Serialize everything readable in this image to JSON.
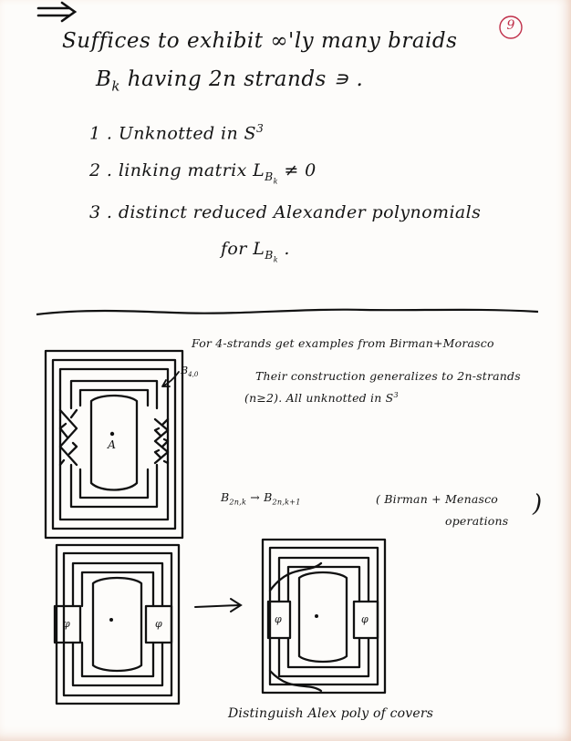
{
  "page_number": "9",
  "intro": {
    "line1": "Suffices to exhibit ∞'ly many braids",
    "line2_pre": "B",
    "line2_sub": "k",
    "line2_post": " having 2n strands ∍ ."
  },
  "conditions": [
    {
      "num": "1 .",
      "pre": "Unknotted in S",
      "sup": "3",
      "mid": "",
      "sub": "",
      "post": ""
    },
    {
      "num": "2 .",
      "pre": "linking matrix L",
      "sup": "",
      "mid": "",
      "sub": "B",
      "subsub": "k",
      "post": " ≠ 0"
    },
    {
      "num": "3 .",
      "pre": "distinct reduced Alexander polynomials",
      "sup": "",
      "mid": "",
      "sub": "",
      "post": ""
    }
  ],
  "conditions_cont": {
    "pre": "for L",
    "sub": "B",
    "subsub": "k",
    "post": " ."
  },
  "birman": {
    "heading": "For 4-strands get examples from Birman+Morasco",
    "braid_label": "B",
    "braid_label_sub": "4,0",
    "construction_line1": "Their construction generalizes to 2n-strands",
    "construction_line2": "(n≥2).  All unknotted in S",
    "construction_line2_sup": "3",
    "center_letter": "A"
  },
  "operations": {
    "from_pre": "B",
    "from_sub": "2n,k",
    "arrow": "→",
    "to_pre": "B",
    "to_sub": "2n,k+1",
    "note_line1": "( Birman + Menasco",
    "note_line2": "operations",
    "bracket": ")"
  },
  "bottom": {
    "phi_left": "φ",
    "phi_right": "φ",
    "phi_left2": "φ",
    "phi_right2": "φ",
    "caption": "Distinguish  Alex poly of covers"
  }
}
